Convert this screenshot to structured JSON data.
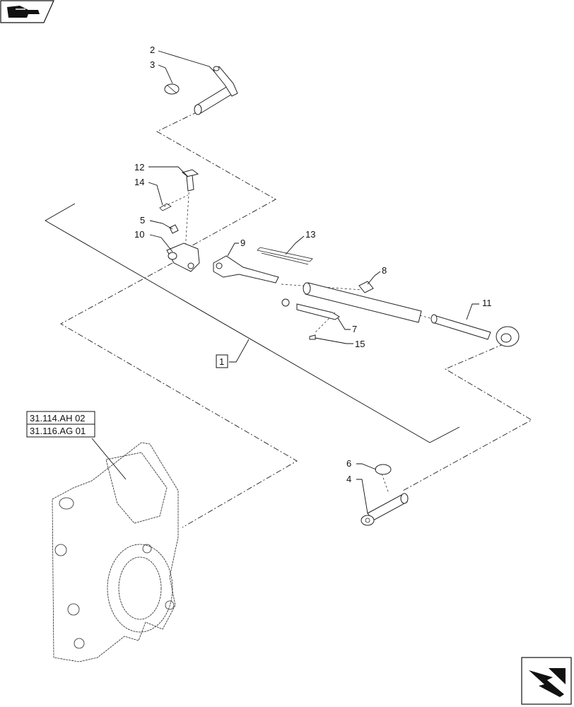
{
  "callouts": {
    "c1": "1",
    "c2": "2",
    "c3": "3",
    "c4": "4",
    "c5": "5",
    "c6": "6",
    "c7": "7",
    "c8": "8",
    "c9": "9",
    "c10": "10",
    "c11": "11",
    "c12": "12",
    "c13": "13",
    "c14": "14",
    "c15": "15"
  },
  "references": {
    "ref1": "31.114.AH 02",
    "ref2": "31.116.AG 01"
  },
  "icons": {
    "top_left": "hand-pointing-book-icon",
    "bottom_right": "navigation-arrow-icon"
  }
}
